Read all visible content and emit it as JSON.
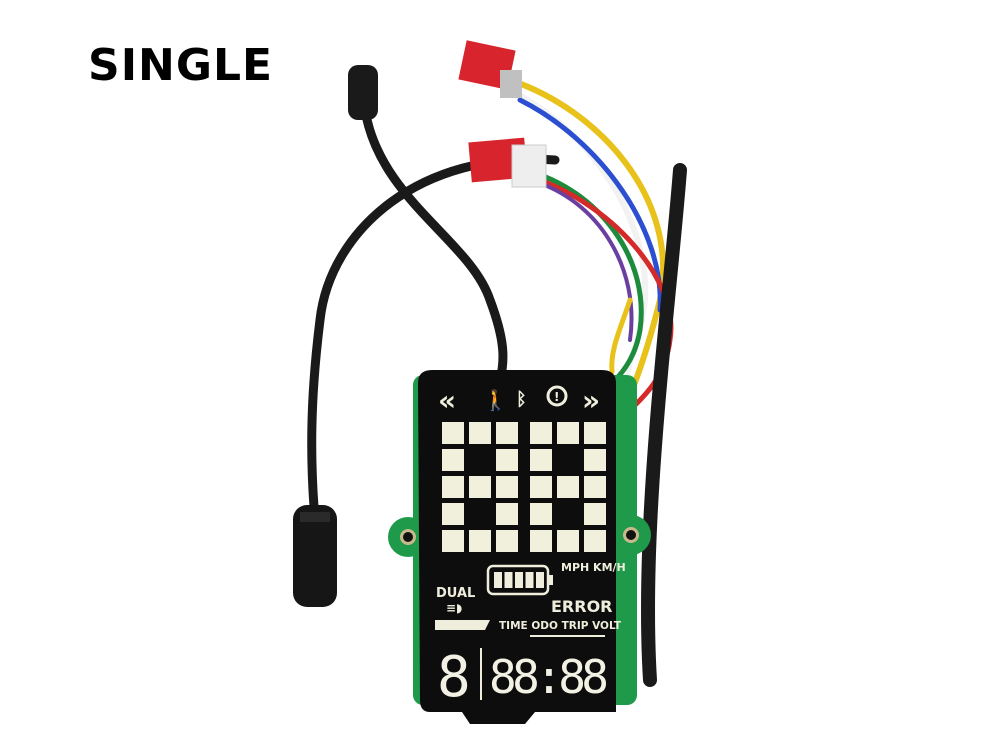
{
  "title": "SINGLE",
  "display": {
    "speed_unit": "MPH KM/H",
    "mode_label": "DUAL",
    "error_label": "ERROR",
    "info_labels": "TIME ODO TRIP VOLT",
    "big_digits": "88",
    "left_digit": "8",
    "clock_digits": "88:88",
    "battery_level": 1.0,
    "icons": [
      "turn-left-icon",
      "pedestrian-icon",
      "bluetooth-icon",
      "brake-warning-icon",
      "turn-right-icon",
      "headlight-icon",
      "battery-icon"
    ]
  },
  "colors": {
    "display_bg": "#0d0d0d",
    "segment": "#f2f1e4",
    "pcb": "#1f9a4a",
    "connector": "#d8242c"
  }
}
